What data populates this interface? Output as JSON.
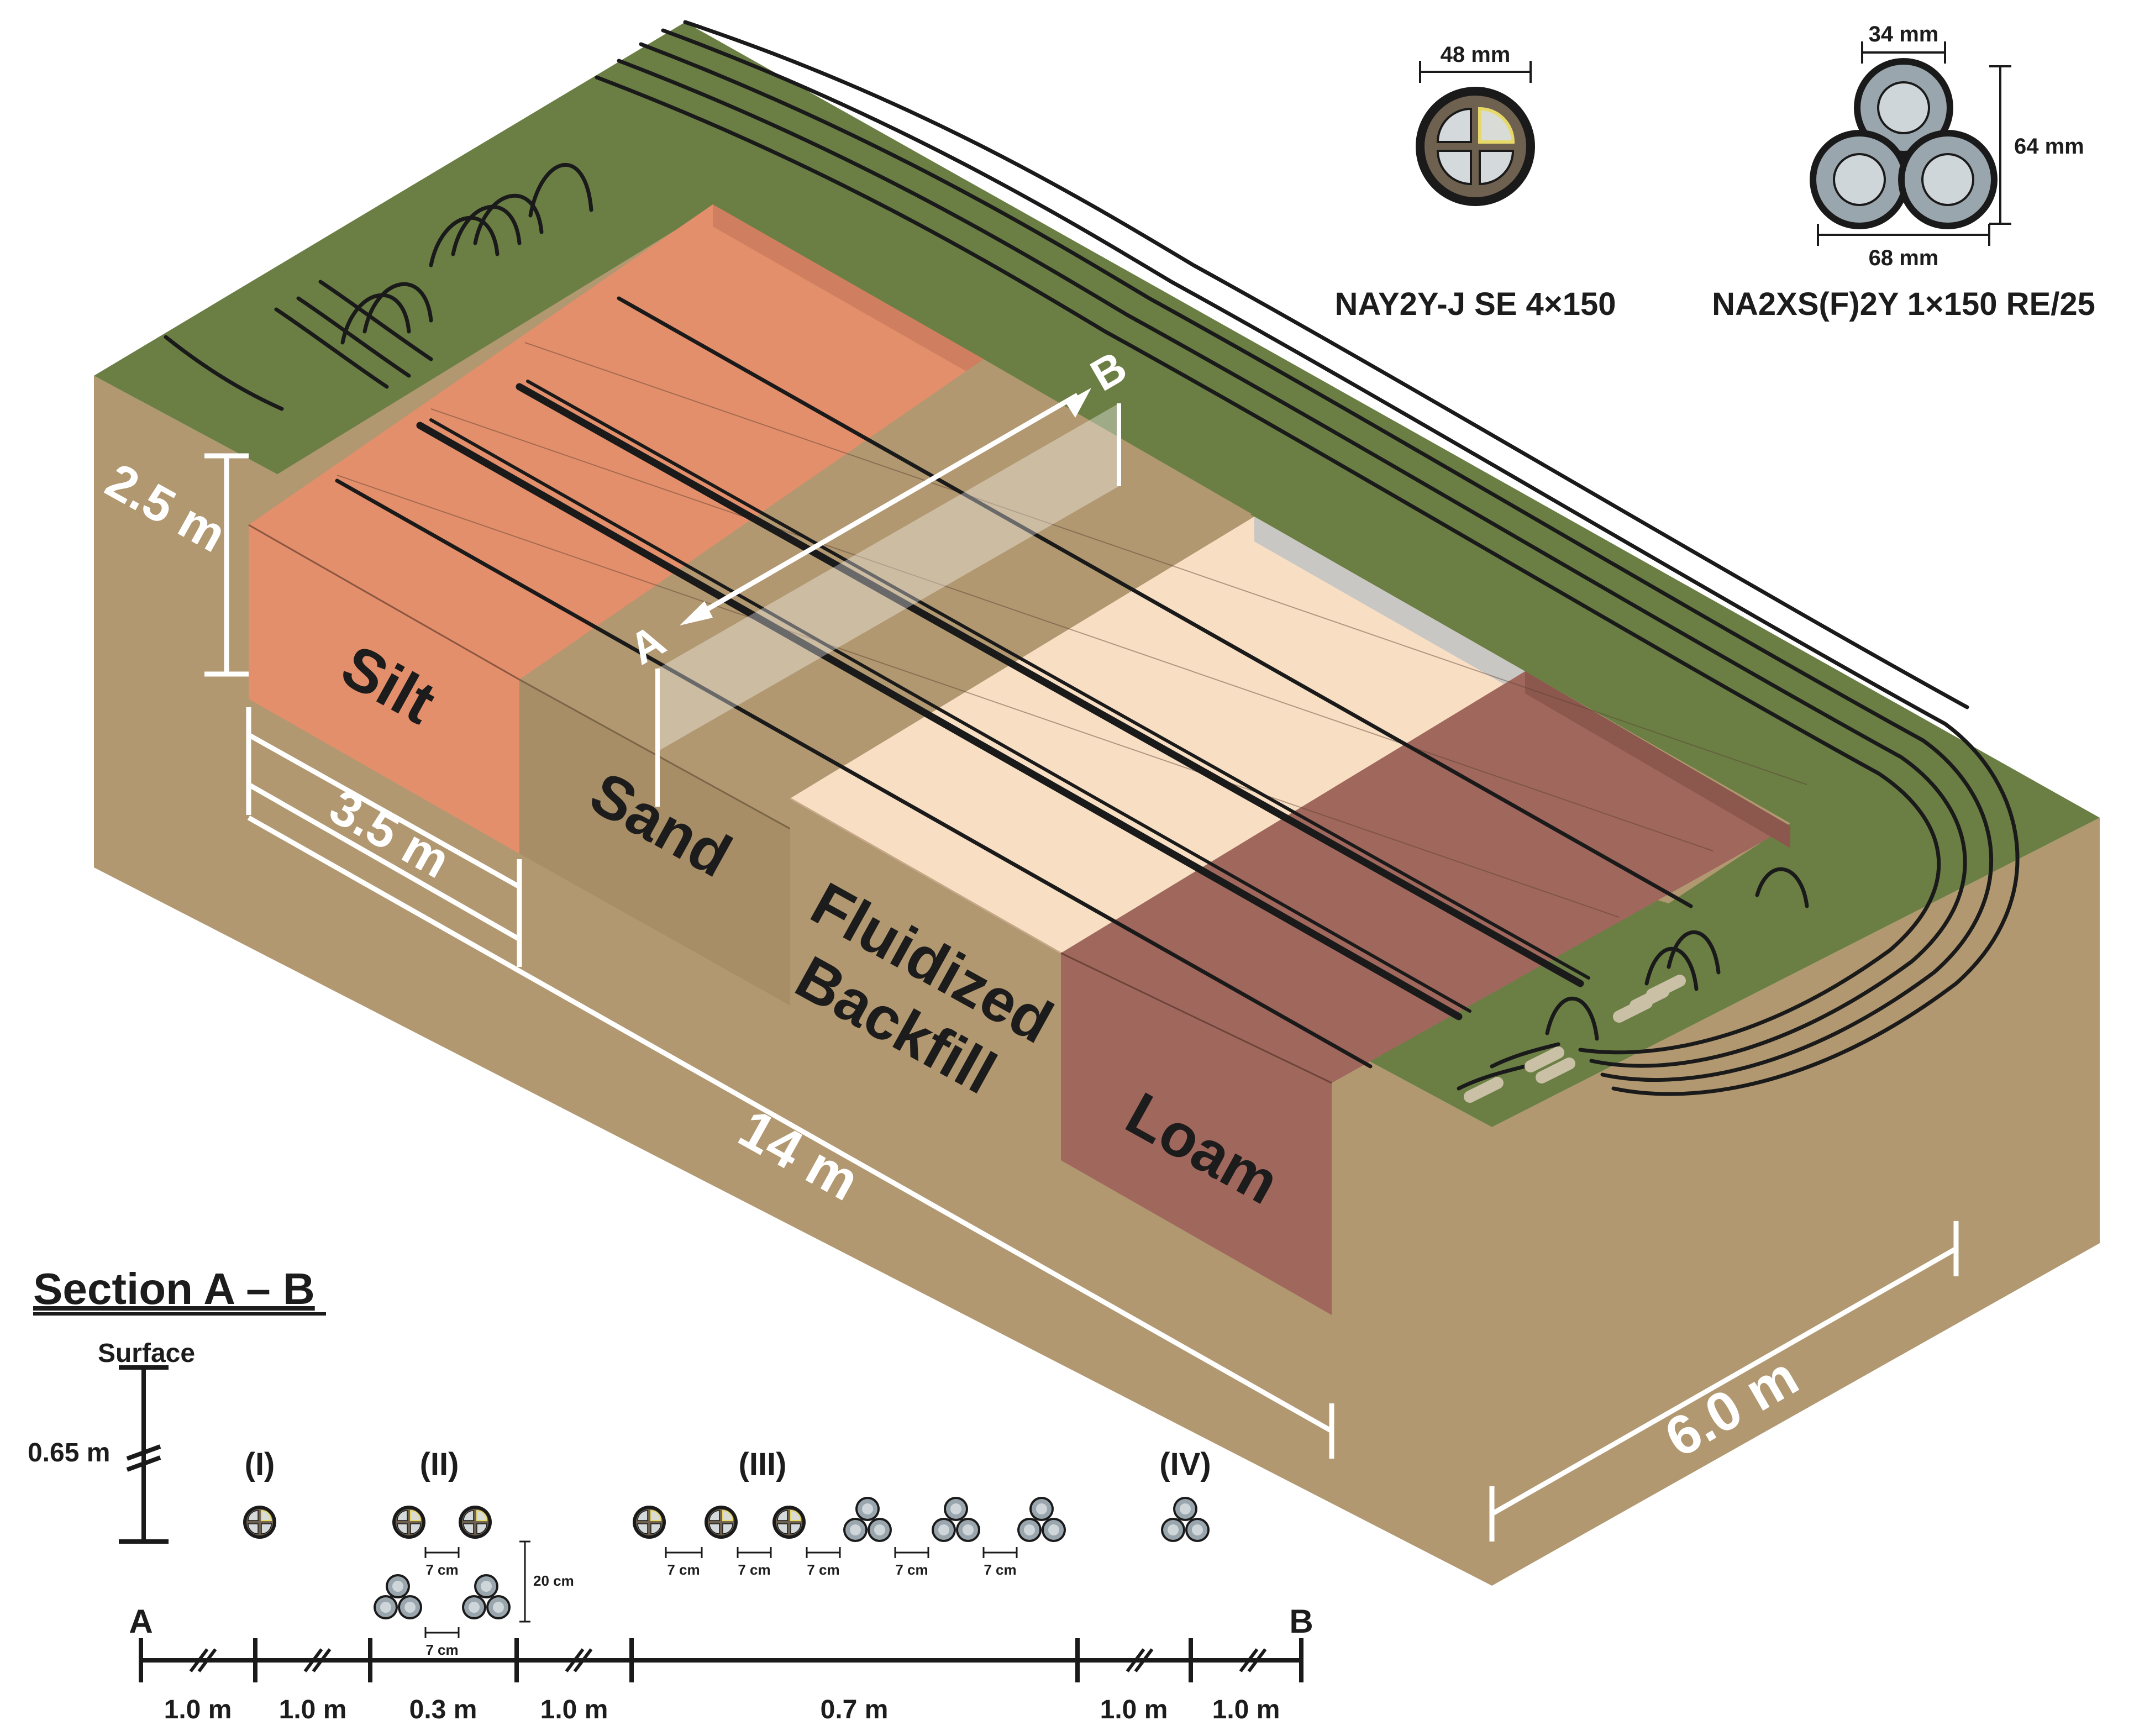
{
  "block": {
    "depth_label": "2.5 m",
    "width_label": "3.5 m",
    "length_label": "14 m",
    "side_label": "6.0 m",
    "section_start": "A",
    "section_end": "B"
  },
  "soils": [
    {
      "name": "Silt",
      "color": "#e38f6b"
    },
    {
      "name": "Sand",
      "color": "#b19870"
    },
    {
      "name": "Fluidized Backfill",
      "color": "#f8dfc4"
    },
    {
      "name": "Loam",
      "color": "#a0675c"
    }
  ],
  "cables": [
    {
      "name": "NAY2Y-J SE 4×150",
      "diameter_label": "48 mm"
    },
    {
      "name": "NA2XS(F)2Y 1×150 RE/25",
      "conductor_label": "34 mm",
      "width_label": "68 mm",
      "height_label": "64 mm"
    }
  ],
  "section": {
    "title": "Section A – B",
    "surface_label": "Surface",
    "depth_label": "0.65 m",
    "groups": [
      "(I)",
      "(II)",
      "(III)",
      "(IV)"
    ],
    "spacing_label": "7 cm",
    "vertical_spacing_label": "20 cm",
    "point_a": "A",
    "point_b": "B",
    "distances": [
      "1.0 m",
      "1.0 m",
      "0.3 m",
      "1.0 m",
      "0.7 m",
      "1.0 m",
      "1.0 m"
    ]
  },
  "colors": {
    "grass": "#6b7f45",
    "earth": "#b19870",
    "cable": "#1a1a1a",
    "cable_sheath": "#9aa6ad"
  }
}
